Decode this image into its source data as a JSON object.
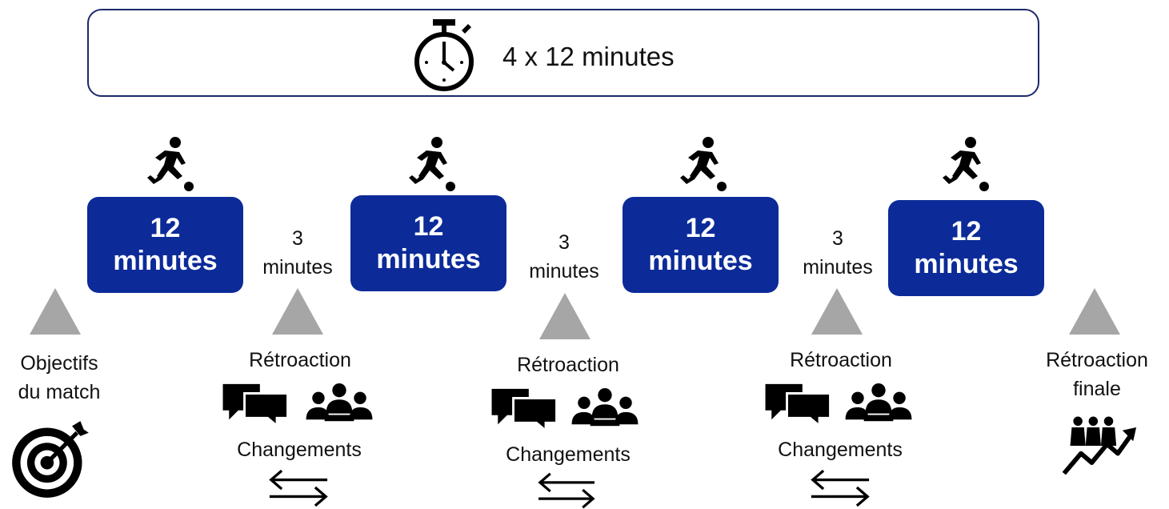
{
  "header": {
    "text": "4 x 12 minutes",
    "icon": "stopwatch-icon"
  },
  "periods": [
    {
      "num": "12",
      "unit": "minutes",
      "icon": "soccer-player-icon"
    },
    {
      "num": "12",
      "unit": "minutes",
      "icon": "soccer-player-icon"
    },
    {
      "num": "12",
      "unit": "minutes",
      "icon": "soccer-player-icon"
    },
    {
      "num": "12",
      "unit": "minutes",
      "icon": "soccer-player-icon"
    }
  ],
  "breaks": [
    {
      "num": "3",
      "unit": "minutes"
    },
    {
      "num": "3",
      "unit": "minutes"
    },
    {
      "num": "3",
      "unit": "minutes"
    }
  ],
  "milestones": {
    "start": {
      "line1": "Objectifs",
      "line2": "du match",
      "icon": "target-icon"
    },
    "feedback": [
      {
        "title": "Rétroaction",
        "change": "Changements",
        "icons": [
          "chat-bubbles-icon",
          "team-icon",
          "swap-arrows-icon"
        ]
      },
      {
        "title": "Rétroaction",
        "change": "Changements",
        "icons": [
          "chat-bubbles-icon",
          "team-icon",
          "swap-arrows-icon"
        ]
      },
      {
        "title": "Rétroaction",
        "change": "Changements",
        "icons": [
          "chat-bubbles-icon",
          "team-icon",
          "swap-arrows-icon"
        ]
      }
    ],
    "end": {
      "line1": "Rétroaction",
      "line2": "finale",
      "icon": "growth-team-icon"
    }
  },
  "colors": {
    "period_fill": "#0c2b99",
    "header_border": "#1b2a6b",
    "triangle": "#a6a6a6"
  }
}
